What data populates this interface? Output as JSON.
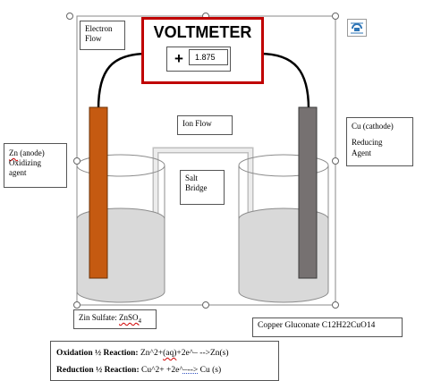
{
  "voltmeter": {
    "title": "VOLTMETER",
    "sign": "+",
    "reading": "1.875"
  },
  "labels": {
    "electron_flow_line1": "Electron",
    "electron_flow_line2": "Flow",
    "ion_flow": "Ion Flow",
    "salt_bridge_line1": "Salt",
    "salt_bridge_line2": "Bridge",
    "anode_zn": "Zn",
    "anode_rest": " (anode)",
    "anode_line2": "Oxidizing",
    "anode_line3": "agent",
    "cathode_line1": "Cu (cathode)",
    "cathode_line2": "Reducing",
    "cathode_line3": "Agent",
    "zinc_sulfate_prefix": "Zin Sulfate: ",
    "zinc_sulfate_formula": "ZnSO",
    "zinc_sulfate_sub": "4",
    "copper_gluconate": "Copper Gluconate C12H22CuO14"
  },
  "reactions": {
    "oxidation_label": "Oxidation ½ Reaction:",
    "oxidation_pre": " Zn^2+",
    "oxidation_aq": "(aq)",
    "oxidation_post": "+2e^– -->Zn(s)",
    "reduction_label": "Reduction ½ Reaction:",
    "reduction_pre": " Cu^2+ +2e^",
    "reduction_arrow": "–-->",
    "reduction_post": " Cu (s)"
  },
  "icons": {
    "layout_options": "layout-options-icon"
  },
  "colors": {
    "voltmeter_border": "#c00000",
    "zinc_electrode": "#c55a11",
    "copper_electrode": "#767171",
    "solution": "#d9d9d9",
    "layout_icon": "#2e75b6"
  }
}
